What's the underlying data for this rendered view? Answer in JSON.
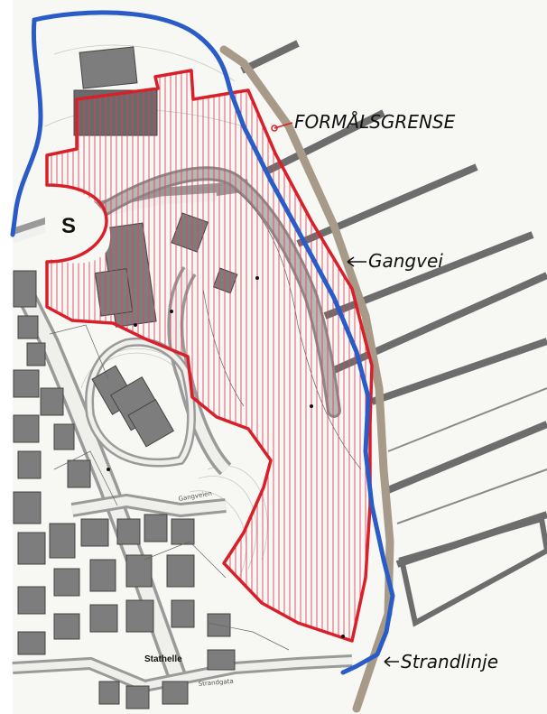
{
  "labels": {
    "boundary": "FORMÅLSGRENSE",
    "walkway": "Gangvei",
    "shoreline": "Strandlinje",
    "symbol_s": "S",
    "place": "Stathelle",
    "street_1": "Strandgata",
    "street_2": "Gangveien"
  },
  "colors": {
    "zone_boundary": "#d9202a",
    "zone_hatch": "#e0405a",
    "shoreline": "#2a5cc8",
    "walkway": "#8a8a8a",
    "building": "#7d7d7d",
    "road": "#9a9a9a",
    "pier": "#6d6d6d",
    "background": "#f7f7f4"
  }
}
